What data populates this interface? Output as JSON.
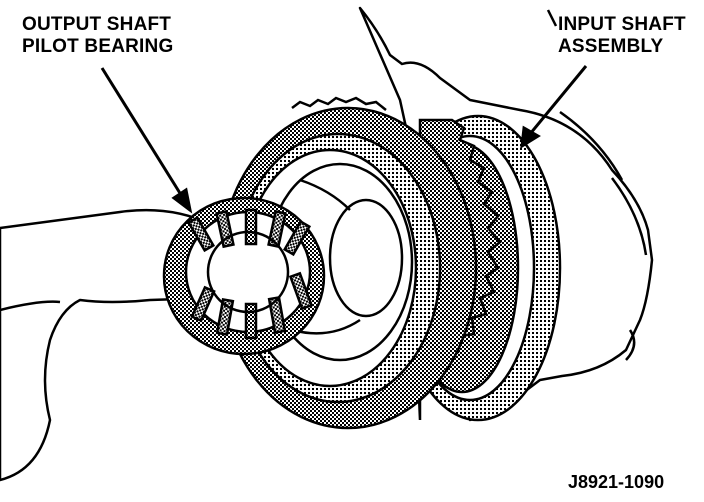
{
  "labels": {
    "output_shaft_line1": "OUTPUT SHAFT",
    "output_shaft_line2": "PILOT BEARING",
    "input_shaft_line1": "INPUT SHAFT",
    "input_shaft_line2": "ASSEMBLY"
  },
  "figure_id": "J8921-1090",
  "colors": {
    "ink": "#000000",
    "paper": "#ffffff",
    "shade": "#555555"
  }
}
